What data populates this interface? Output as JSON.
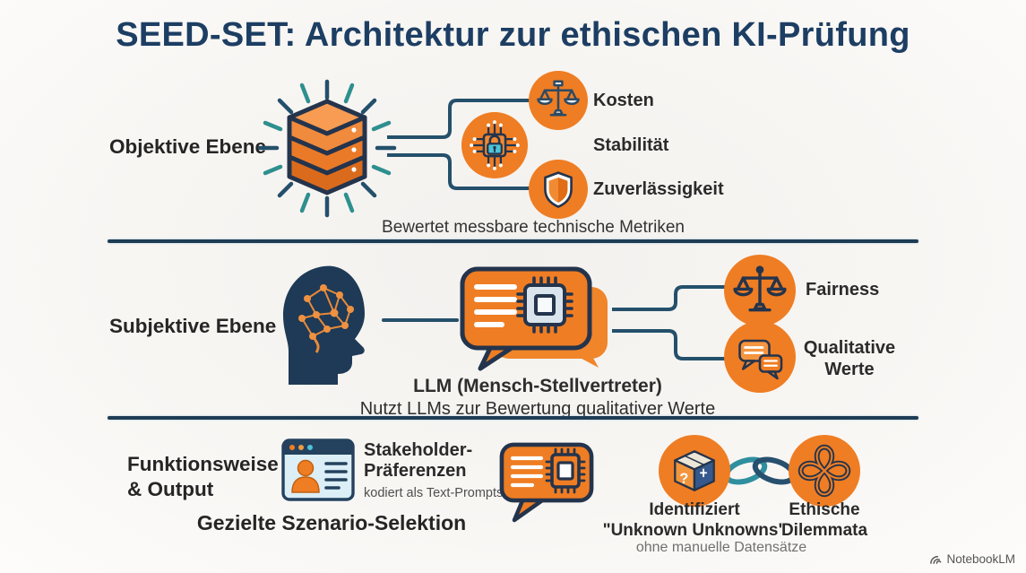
{
  "title": "SEED-SET: Architektur zur ethischen KI-Prüfung",
  "colors": {
    "navy": "#1e3c55",
    "title_navy": "#1d3e63",
    "orange": "#ef7d23",
    "orange_dark": "#db6b1c",
    "teal": "#2e8f8f",
    "lock_teal": "#4cc3d9",
    "text": "#2b2b2b",
    "muted": "#707070",
    "background": "#f6f4f1"
  },
  "sections": {
    "objective": {
      "label": "Objektive Ebene",
      "metrics": [
        {
          "label": "Kosten",
          "icon": "scales-icon"
        },
        {
          "label": "Stabilität",
          "icon": "circuit-lock-icon"
        },
        {
          "label": "Zuverlässigkeit",
          "icon": "shield-icon"
        }
      ],
      "caption": "Bewertet messbare technische Metriken"
    },
    "subjective": {
      "label": "Subjektive Ebene",
      "items": [
        {
          "label": "Fairness",
          "icon": "balance-scale-icon"
        },
        {
          "line1": "Qualitative",
          "line2": "Werte",
          "icon": "chat-bubbles-icon"
        }
      ],
      "center_label": "LLM (Mensch-Stellvertreter)",
      "caption": "Nutzt LLMs zur Bewertung qualitativer Werte"
    },
    "output": {
      "label_line1": "Funktionsweise",
      "label_line2": "& Output",
      "stakeholder_line1": "Stakeholder-",
      "stakeholder_line2": "Präferenzen",
      "stakeholder_sub": "kodiert als Text-Prompts",
      "scenario": "Gezielte Szenario-Selektion",
      "unknowns_line1": "Identifiziert",
      "unknowns_line2": "\"Unknown Unknowns\"",
      "dilemma_line1": "Ethische",
      "dilemma_line2": "Dilemmata",
      "caption": "ohne manuelle Datensätze"
    }
  },
  "icons": {
    "database-icon": "orange stacked database with radiating lines",
    "scales-icon": "balance scale in orange circle",
    "circuit-lock-icon": "padlock on chip with circuit traces in orange circle",
    "shield-icon": "orange shield in orange circle",
    "head-brain-icon": "navy head silhouette with orange neural network brain",
    "chat-chip-icon": "orange speech bubble containing a processor chip",
    "balance-scale-icon": "navy balance scale in orange circle",
    "chat-bubbles-icon": "two speech bubbles in orange circle",
    "browser-person-icon": "browser window with person profile and text lines",
    "unknown-box-icon": "mystery box with question mark in orange circle",
    "chain-link-icon": "two interlocking chain links",
    "knot-icon": "interlaced knot in orange circle",
    "notebooklm-logo-icon": "NotebookLM fan logo"
  },
  "watermark": "NotebookLM"
}
